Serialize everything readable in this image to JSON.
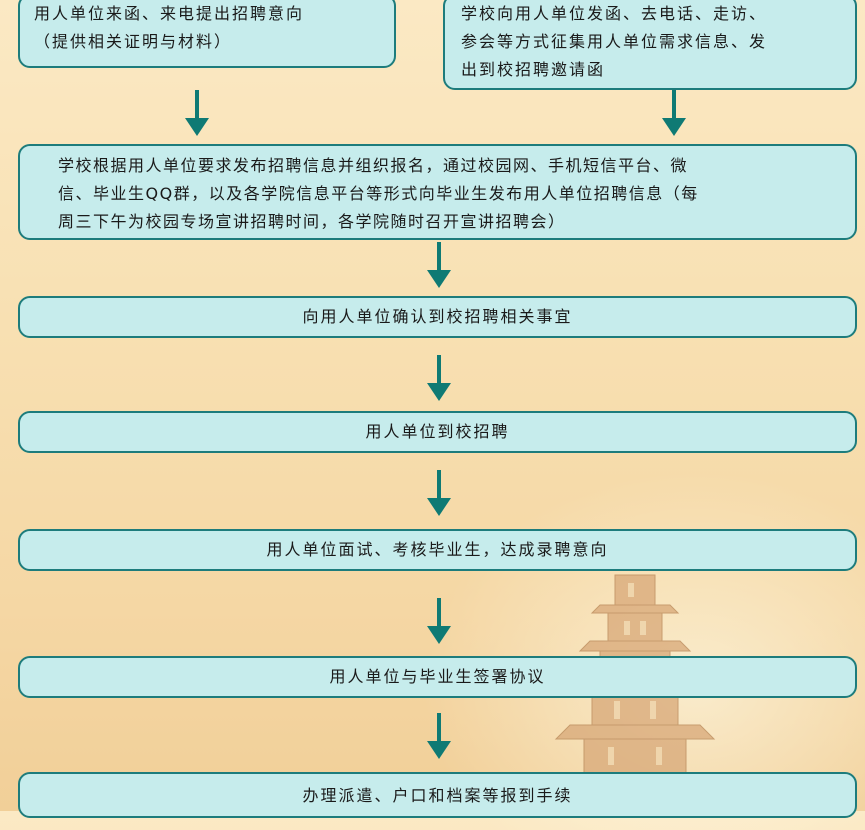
{
  "steps": {
    "box_a": [
      "用人单位来函、来电提出招聘意向",
      "（提供相关证明与材料）"
    ],
    "box_b": [
      "学校向用人单位发函、去电话、走访、",
      "参会等方式征集用人单位需求信息、发",
      "出到校招聘邀请函"
    ],
    "box_c": [
      "学校根据用人单位要求发布招聘信息并组织报名，通过校园网、手机短信平台、微",
      "信、毕业生QQ群，以及各学院信息平台等形式向毕业生发布用人单位招聘信息（每",
      "周三下午为校园专场宣讲招聘时间，各学院随时召开宣讲招聘会）"
    ],
    "box_d": "向用人单位确认到校招聘相关事宜",
    "box_e": "用人单位到校招聘",
    "box_f": "用人单位面试、考核毕业生，达成录聘意向",
    "box_g": "用人单位与毕业生签署协议",
    "box_h": "办理派遣、户口和档案等报到手续"
  },
  "colors": {
    "box_fill": "#c6ecec",
    "box_border": "#1d7c7c",
    "arrow": "#0f7a74",
    "background": "#f8e0b2"
  }
}
